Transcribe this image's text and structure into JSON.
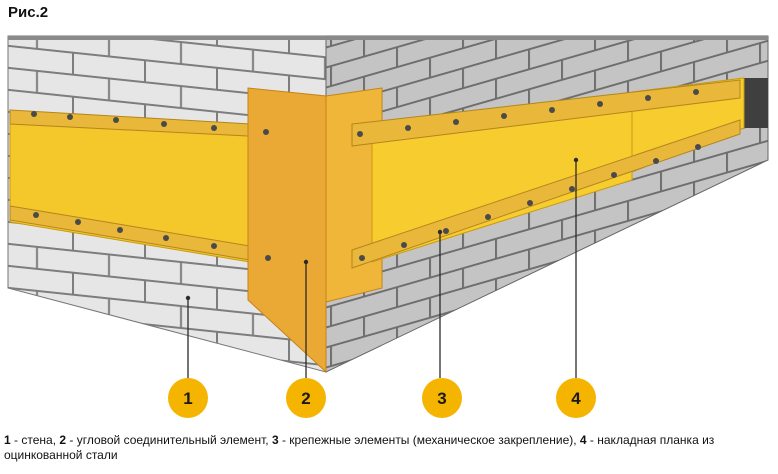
{
  "figure": {
    "title": "Рис.2",
    "colors": {
      "brick": "#e4e4e4",
      "brick_shade": "#bdbdbd",
      "mortar": "#7d7d7d",
      "wall_top": "#8a8a8a",
      "insulation_front": "#f4c72b",
      "insulation_side": "#eaa935",
      "strip": "#e9b73a",
      "hole": "#4a4a4a",
      "marker": "#f5b400",
      "leader": "#2b2b2b"
    },
    "markers": [
      {
        "label": "1",
        "name": "стена"
      },
      {
        "label": "2",
        "name": "угловой соединительный элемент"
      },
      {
        "label": "3",
        "name": "крепежные элементы (механическое закрепление)"
      },
      {
        "label": "4",
        "name": "накладная планка из оцинкованной стали"
      }
    ]
  },
  "caption": {
    "items": [
      {
        "num": "1",
        "text": " - стена, "
      },
      {
        "num": "2",
        "text": " - угловой соединительный элемент, "
      },
      {
        "num": "3",
        "text": " - крепежные элементы (механическое закрепление), "
      },
      {
        "num": "4",
        "text": " - накладная планка из оцинкованной стали"
      }
    ]
  }
}
